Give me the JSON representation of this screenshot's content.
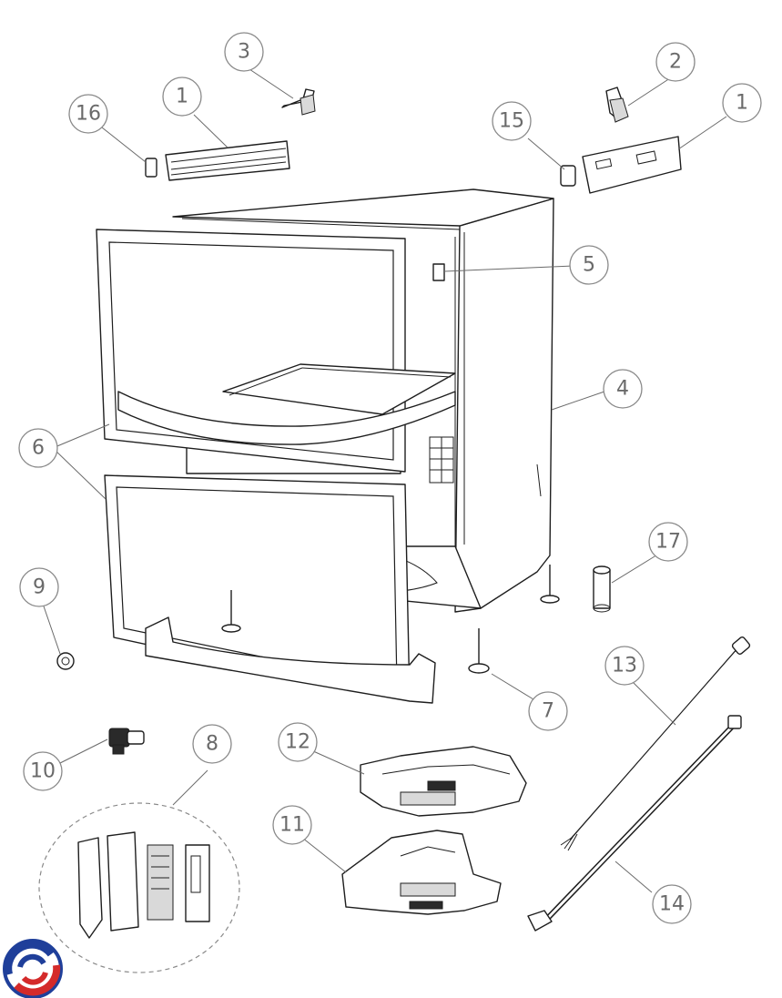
{
  "diagram": {
    "type": "exploded-parts-view",
    "callouts": [
      {
        "id": "c1a",
        "label": "1"
      },
      {
        "id": "c1b",
        "label": "1"
      },
      {
        "id": "c2",
        "label": "2"
      },
      {
        "id": "c3",
        "label": "3"
      },
      {
        "id": "c4",
        "label": "4"
      },
      {
        "id": "c5",
        "label": "5"
      },
      {
        "id": "c6",
        "label": "6"
      },
      {
        "id": "c7",
        "label": "7"
      },
      {
        "id": "c8",
        "label": "8"
      },
      {
        "id": "c9",
        "label": "9"
      },
      {
        "id": "c10",
        "label": "10"
      },
      {
        "id": "c11",
        "label": "11"
      },
      {
        "id": "c12",
        "label": "12"
      },
      {
        "id": "c13",
        "label": "13"
      },
      {
        "id": "c14",
        "label": "14"
      },
      {
        "id": "c15",
        "label": "15"
      },
      {
        "id": "c16",
        "label": "16"
      },
      {
        "id": "c17",
        "label": "17"
      }
    ],
    "logo": {
      "icon": "brand-swirl-logo",
      "colors": {
        "blue": "#1f3f9a",
        "red": "#d42a2a"
      }
    },
    "line_color": "#1e1e1e",
    "callout_color": "#8a8a8a"
  }
}
